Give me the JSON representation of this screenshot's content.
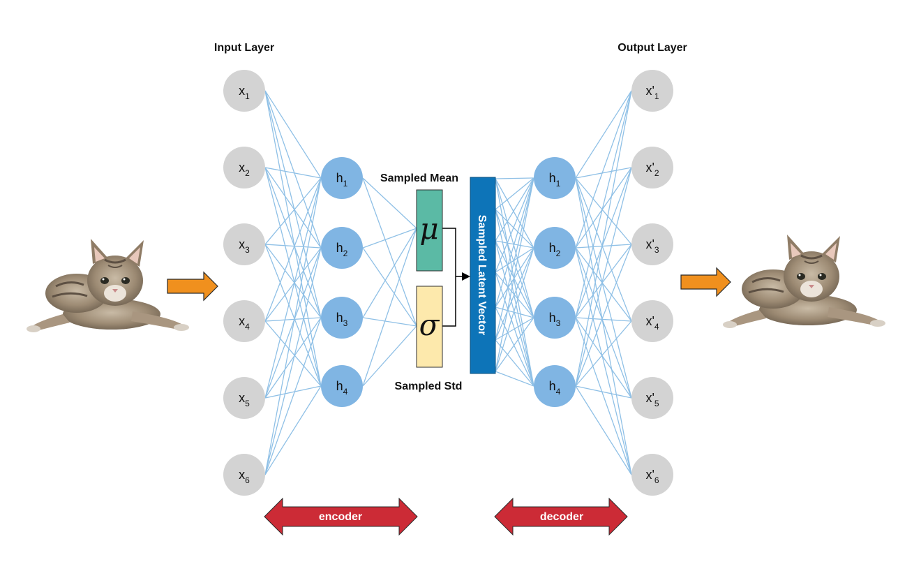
{
  "labels": {
    "input_layer": "Input Layer",
    "output_layer": "Output Layer",
    "sampled_mean": "Sampled Mean",
    "sampled_std": "Sampled Std",
    "latent_vector": "Sampled Latent Vector",
    "encoder": "encoder",
    "decoder": "decoder"
  },
  "symbols": {
    "mu": "μ",
    "sigma": "σ"
  },
  "input_nodes": [
    {
      "base": "x",
      "sub": "1"
    },
    {
      "base": "x",
      "sub": "2"
    },
    {
      "base": "x",
      "sub": "3"
    },
    {
      "base": "x",
      "sub": "4"
    },
    {
      "base": "x",
      "sub": "5"
    },
    {
      "base": "x",
      "sub": "6"
    }
  ],
  "encoder_hidden": [
    {
      "base": "h",
      "sub": "1"
    },
    {
      "base": "h",
      "sub": "2"
    },
    {
      "base": "h",
      "sub": "3"
    },
    {
      "base": "h",
      "sub": "4"
    }
  ],
  "decoder_hidden": [
    {
      "base": "h",
      "sub": "1"
    },
    {
      "base": "h",
      "sub": "2"
    },
    {
      "base": "h",
      "sub": "3"
    },
    {
      "base": "h",
      "sub": "4"
    }
  ],
  "output_nodes": [
    {
      "base": "x'",
      "sub": "1"
    },
    {
      "base": "x'",
      "sub": "2"
    },
    {
      "base": "x'",
      "sub": "3"
    },
    {
      "base": "x'",
      "sub": "4"
    },
    {
      "base": "x'",
      "sub": "5"
    },
    {
      "base": "x'",
      "sub": "6"
    }
  ],
  "images": {
    "input": "kitten-image",
    "output": "kitten-image"
  },
  "colors": {
    "io_node": "#d3d3d3",
    "hidden_node": "#80b5e3",
    "edge": "#8fc0e6",
    "mean_box": "#5bbaa5",
    "std_box": "#fde9ac",
    "latent_bar": "#0d74b8",
    "side_arrow": "#f0901e",
    "encoder_arrow": "#cc2b36"
  }
}
